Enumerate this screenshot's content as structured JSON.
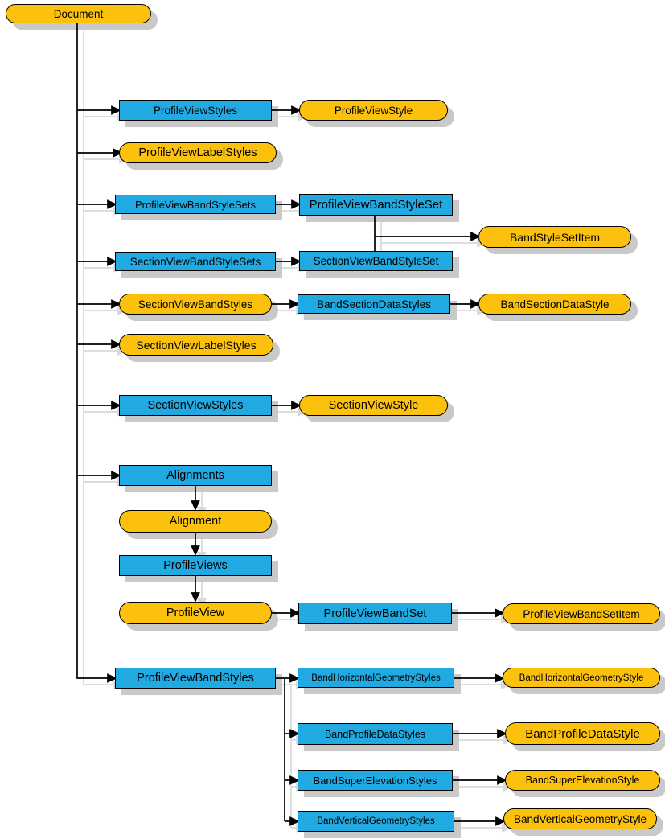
{
  "diagram": {
    "colors": {
      "collection_fill": "#21A9E1",
      "object_fill": "#FCC10D",
      "border": "#000000",
      "box_shadow": "#C9C9C9",
      "line_shadow": "#D8D8D8",
      "background": "#FFFFFF"
    },
    "nodes": {
      "document": {
        "label": "Document"
      },
      "profileViewStyles": {
        "label": "ProfileViewStyles"
      },
      "profileViewStyle": {
        "label": "ProfileViewStyle"
      },
      "profileViewLabelStyles": {
        "label": "ProfileViewLabelStyles"
      },
      "profileViewBandStyleSets": {
        "label": "ProfileViewBandStyleSets"
      },
      "profileViewBandStyleSet": {
        "label": "ProfileViewBandStyleSet"
      },
      "bandStyleSetItem": {
        "label": "BandStyleSetItem"
      },
      "sectionViewBandStyleSets": {
        "label": "SectionViewBandStyleSets"
      },
      "sectionViewBandStyleSet": {
        "label": "SectionViewBandStyleSet"
      },
      "sectionViewBandStyles": {
        "label": "SectionViewBandStyles"
      },
      "bandSectionDataStyles": {
        "label": "BandSectionDataStyles"
      },
      "bandSectionDataStyle": {
        "label": "BandSectionDataStyle"
      },
      "sectionViewLabelStyles": {
        "label": "SectionViewLabelStyles"
      },
      "sectionViewStyles": {
        "label": "SectionViewStyles"
      },
      "sectionViewStyle": {
        "label": "SectionViewStyle"
      },
      "alignments": {
        "label": "Alignments"
      },
      "alignment": {
        "label": "Alignment"
      },
      "profileViews": {
        "label": "ProfileViews"
      },
      "profileView": {
        "label": "ProfileView"
      },
      "profileViewBandSet": {
        "label": "ProfileViewBandSet"
      },
      "profileViewBandSetItem": {
        "label": "ProfileViewBandSetItem"
      },
      "profileViewBandStyles": {
        "label": "ProfileViewBandStyles"
      },
      "bandHorizontalGeometryStyles": {
        "label": "BandHorizontalGeometryStyles"
      },
      "bandHorizontalGeometryStyle": {
        "label": "BandHorizontalGeometryStyle"
      },
      "bandProfileDataStyles": {
        "label": "BandProfileDataStyles"
      },
      "bandProfileDataStyle": {
        "label": "BandProfileDataStyle"
      },
      "bandSuperElevationStyles": {
        "label": "BandSuperElevationStyles"
      },
      "bandSuperElevationStyle": {
        "label": "BandSuperElevationStyle"
      },
      "bandVerticalGeometryStyles": {
        "label": "BandVerticalGeometryStyles"
      },
      "bandVerticalGeometryStyle": {
        "label": "BandVerticalGeometryStyle"
      }
    }
  }
}
